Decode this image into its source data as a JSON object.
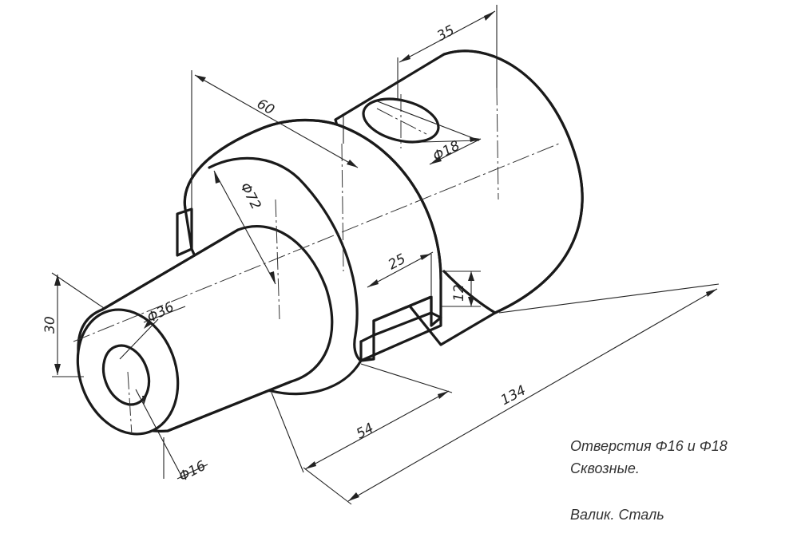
{
  "dimensions": {
    "d35": "35",
    "d60": "60",
    "d18": "Φ18",
    "d72": "Φ72",
    "d25": "25",
    "d12": "12",
    "d30": "30",
    "d36": "Φ36",
    "d134": "134",
    "d54": "54",
    "d16": "Φ16"
  },
  "notes": {
    "line1": "Отверстия   Φ16 и Φ18",
    "line2": "Сквозные.",
    "line3": "Валик. Сталь"
  }
}
